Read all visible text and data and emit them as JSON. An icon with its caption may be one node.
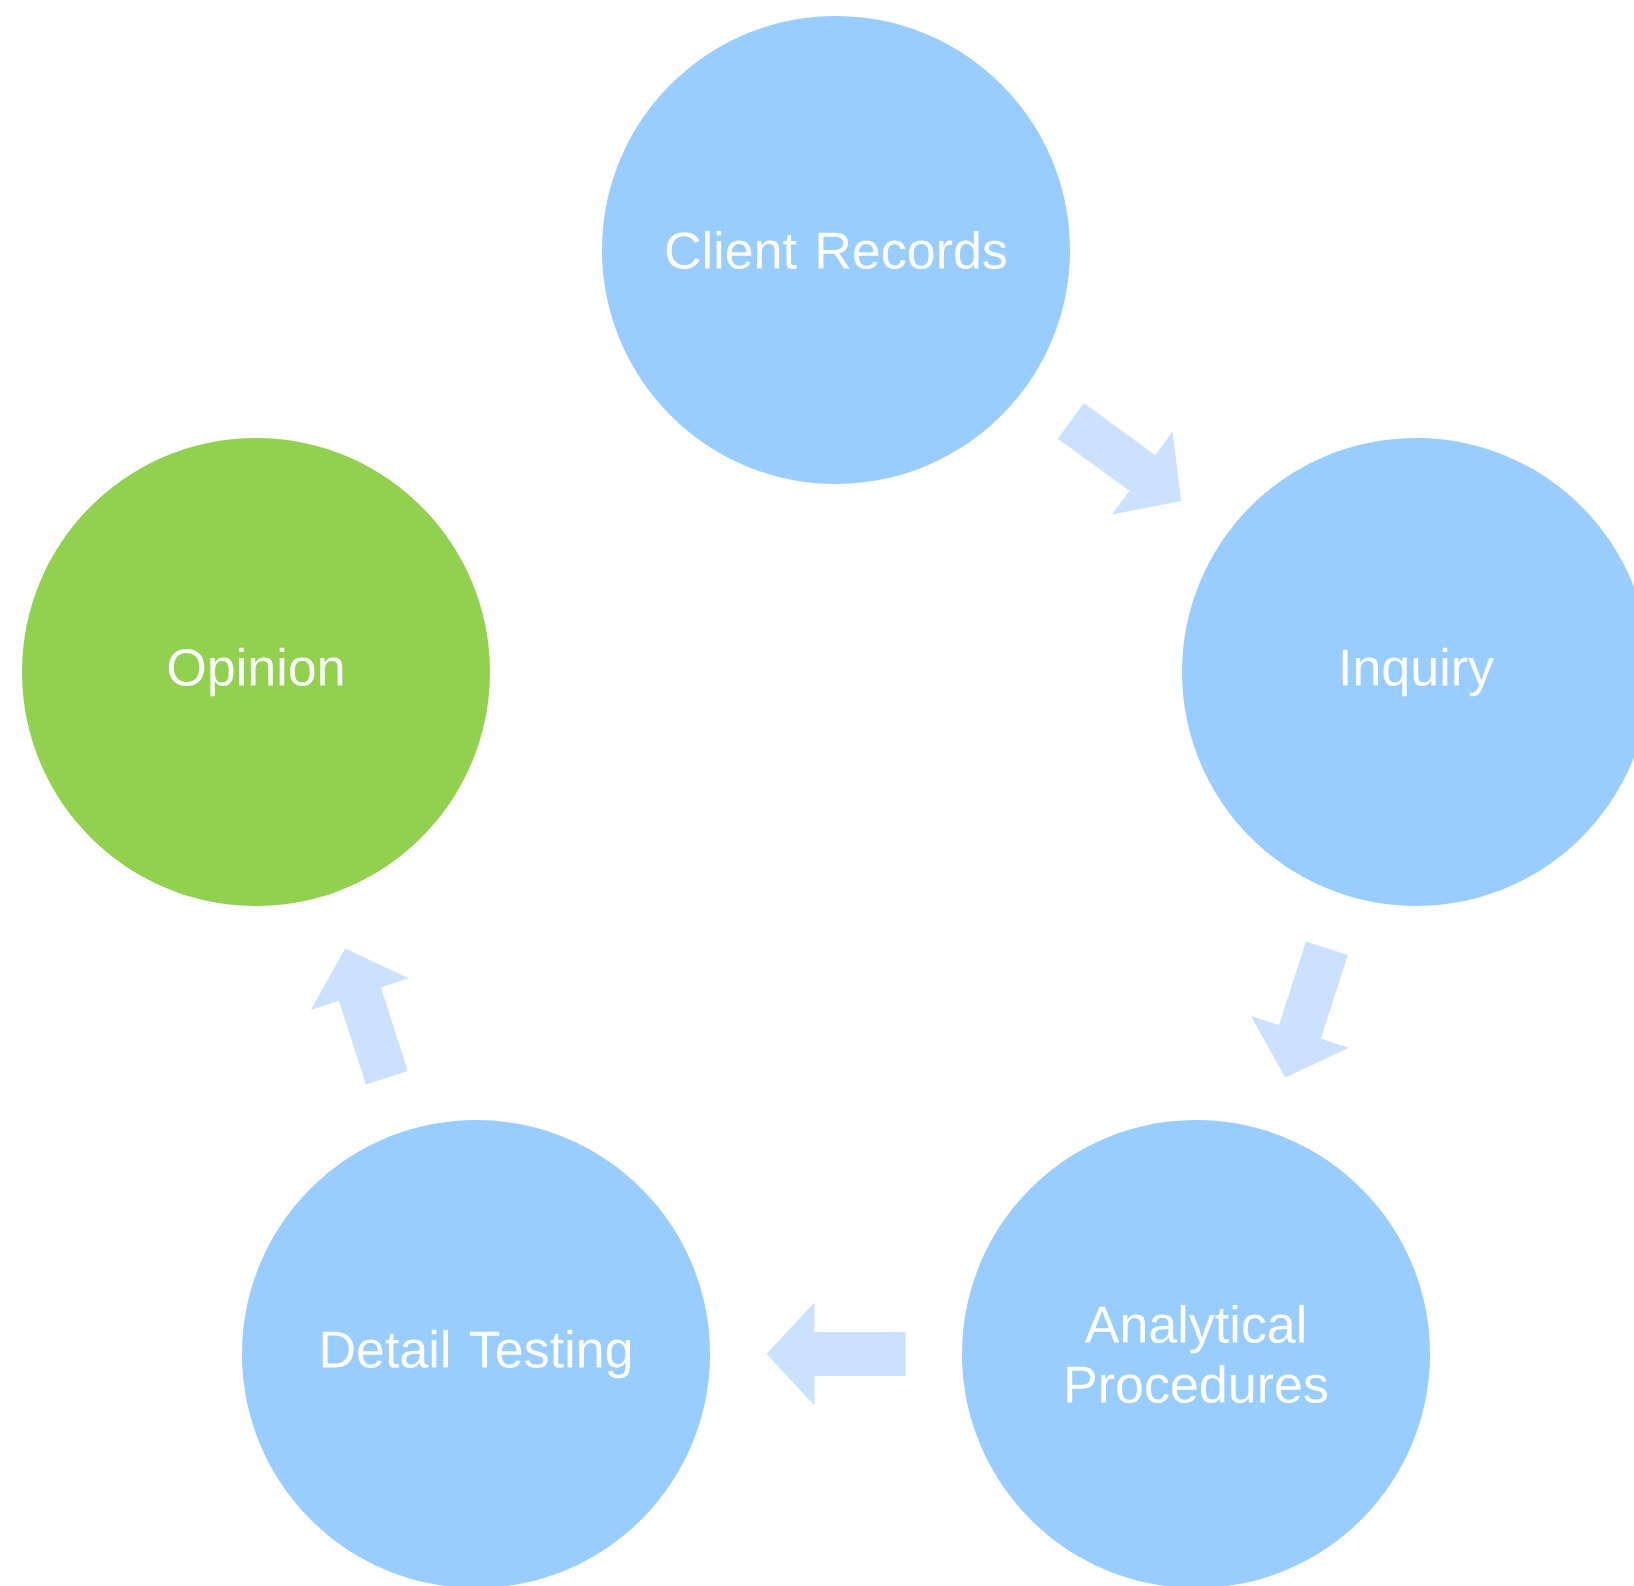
{
  "diagram": {
    "nodes": [
      {
        "text": [
          "Client Records"
        ]
      },
      {
        "text": [
          "Inquiry"
        ]
      },
      {
        "text": [
          "Analytical Procedures"
        ]
      },
      {
        "text": [
          "Detail Testing"
        ]
      },
      {
        "text": [
          "Opinion"
        ]
      }
    ],
    "edges": [
      {
        "from": 0,
        "to": 1,
        "arrow": "to"
      },
      {
        "from": 1,
        "to": 2,
        "arrow": "to"
      },
      {
        "from": 2,
        "to": 3,
        "arrow": "to"
      },
      {
        "from": 3,
        "to": 4,
        "arrow": "to"
      }
    ]
  }
}
